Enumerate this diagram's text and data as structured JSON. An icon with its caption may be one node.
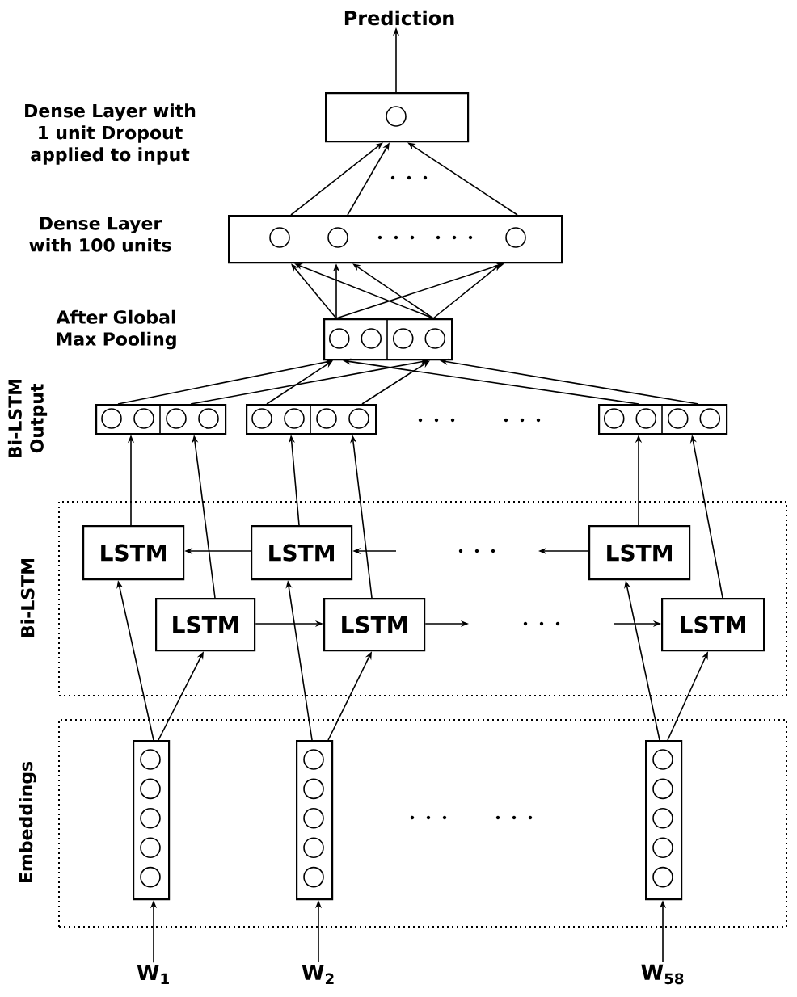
{
  "diagram": {
    "nodes": [
      {
        "text": [
          "Prediction"
        ]
      },
      {
        "text": [],
        "shape": "box"
      },
      {
        "text": [],
        "shape": "box",
        "beside": [
          "Dense Layer with 100 units"
        ]
      },
      {
        "text": [],
        "shape": "box"
      },
      {
        "text": [],
        "shape": "box"
      },
      {
        "text": [],
        "shape": "box"
      },
      {
        "text": [],
        "shape": "box"
      },
      {
        "text": [
          "Bi-LSTM"
        ]
      },
      {
        "text": [
          "LSTM"
        ],
        "in": 7
      },
      {
        "text": [
          "LSTM"
        ],
        "in": 7
      },
      {
        "text": [
          "LSTM"
        ],
        "in": 7
      },
      {
        "text": [
          "LSTM"
        ],
        "in": 7
      },
      {
        "text": [
          "LSTM"
        ],
        "in": 7
      },
      {
        "text": [
          "LSTM"
        ],
        "in": 7
      },
      {
        "text": [
          "Embeddings"
        ]
      },
      {
        "text": [],
        "shape": "box",
        "in": 14
      },
      {
        "text": [],
        "shape": "box",
        "in": 14
      },
      {
        "text": [],
        "shape": "box",
        "in": 14
      },
      {
        "text": [
          "W$_{1}$"
        ]
      },
      {
        "text": [
          "W$_{2}$"
        ]
      },
      {
        "text": [
          "W$_{58}$"
        ]
      }
    ],
    "edges": [
      {
        "from": 1,
        "to": 0,
        "arrow": "to"
      },
      {
        "from": 2,
        "to": 1,
        "arrow": "to"
      },
      {
        "from": 2,
        "to": 1,
        "arrow": "to"
      },
      {
        "from": 2,
        "to": 1,
        "arrow": "to"
      },
      {
        "from": 3,
        "to": 2,
        "arrow": "to"
      },
      {
        "from": 3,
        "to": 2,
        "arrow": "to"
      },
      {
        "from": 3,
        "to": 2,
        "arrow": "to"
      },
      {
        "from": 3,
        "to": 2,
        "arrow": "to"
      },
      {
        "from": 3,
        "to": 2,
        "arrow": "to"
      },
      {
        "from": 3,
        "to": 2,
        "arrow": "to"
      },
      {
        "from": 4,
        "to": 3,
        "arrow": "to"
      },
      {
        "from": 4,
        "to": 3,
        "arrow": "to"
      },
      {
        "from": 5,
        "to": 3,
        "arrow": "to"
      },
      {
        "from": 5,
        "to": 3,
        "arrow": "to"
      },
      {
        "from": 6,
        "to": 3,
        "arrow": "to"
      },
      {
        "from": 6,
        "to": 3,
        "arrow": "to"
      },
      {
        "from": 8,
        "to": 4,
        "arrow": "to"
      },
      {
        "from": 11,
        "to": 4,
        "arrow": "to"
      },
      {
        "from": 9,
        "to": 5,
        "arrow": "to"
      },
      {
        "from": 12,
        "to": 5,
        "arrow": "to"
      },
      {
        "from": 10,
        "to": 6,
        "arrow": "to"
      },
      {
        "from": 13,
        "to": 6,
        "arrow": "to"
      },
      {
        "from": 9,
        "to": 8,
        "arrow": "to"
      },
      {
        "from": null,
        "to": 9,
        "arrow": "to"
      },
      {
        "from": 10,
        "to": null,
        "arrow": "to"
      },
      {
        "from": 11,
        "to": 12,
        "arrow": "to"
      },
      {
        "from": 12,
        "to": null,
        "arrow": "to"
      },
      {
        "from": null,
        "to": 13,
        "arrow": "to"
      },
      {
        "from": 15,
        "to": 8,
        "arrow": "to"
      },
      {
        "from": 15,
        "to": 11,
        "arrow": "to"
      },
      {
        "from": 16,
        "to": 9,
        "arrow": "to"
      },
      {
        "from": 16,
        "to": 12,
        "arrow": "to"
      },
      {
        "from": 17,
        "to": 10,
        "arrow": "to"
      },
      {
        "from": 17,
        "to": 13,
        "arrow": "to"
      },
      {
        "from": 18,
        "to": 15,
        "arrow": "to"
      },
      {
        "from": 19,
        "to": 16,
        "arrow": "to"
      },
      {
        "from": 20,
        "to": 17,
        "arrow": "to"
      }
    ],
    "labels": [
      "Dense Layer with 1 unit Dropout applied to input",
      "After Global Max Pooling",
      "Bi-LSTM Output"
    ]
  }
}
